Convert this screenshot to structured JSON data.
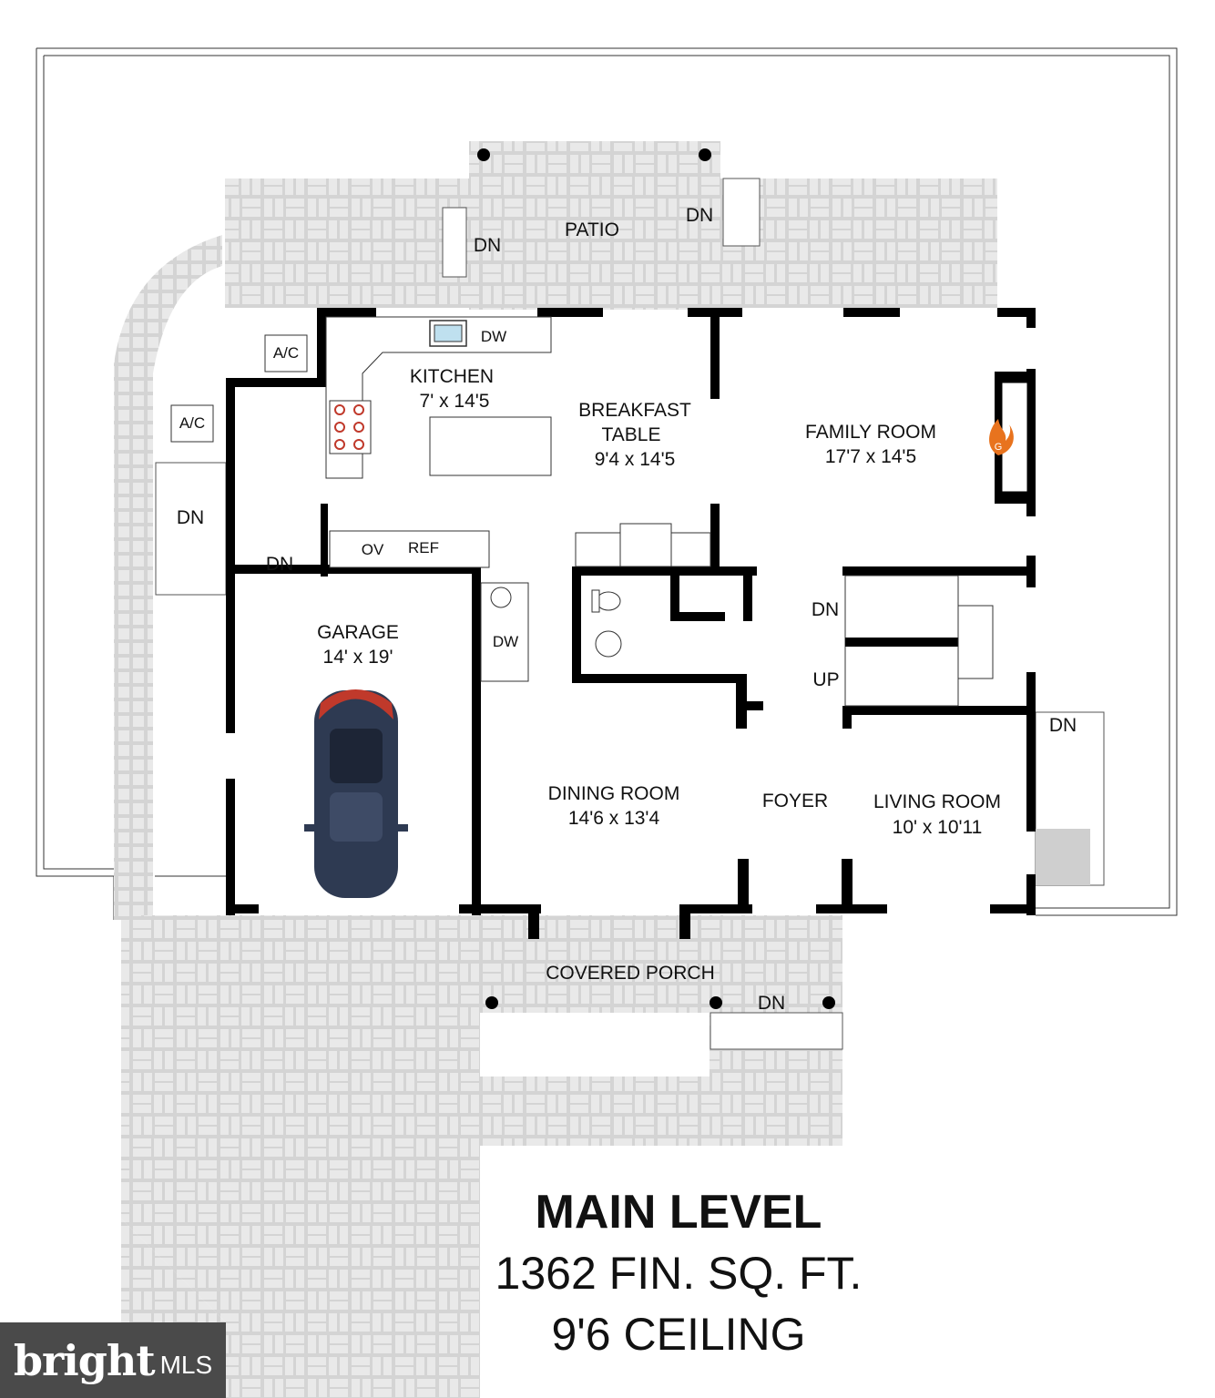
{
  "labels": {
    "patio": "PATIO",
    "dn": "DN",
    "up": "UP",
    "ac": "A/C",
    "kitchen": "KITCHEN",
    "kitchen_size": "7' x 14'5",
    "breakfast_1": "BREAKFAST",
    "breakfast_2": "TABLE",
    "breakfast_size": "9'4 x 14'5",
    "family": "FAMILY ROOM",
    "family_size": "17'7 x 14'5",
    "dw": "DW",
    "ov": "OV",
    "ref": "REF",
    "fireplace_mark": "G",
    "garage": "GARAGE",
    "garage_size": "14' x 19'",
    "dining": "DINING ROOM",
    "dining_size": "14'6 x 13'4",
    "foyer": "FOYER",
    "living": "LIVING ROOM",
    "living_size": "10' x 10'11",
    "porch": "COVERED PORCH"
  },
  "summary": {
    "level": "MAIN LEVEL",
    "area": "1362 FIN. SQ. FT.",
    "ceiling": "9'6 CEILING"
  },
  "logo": {
    "brand": "bright",
    "suffix": "MLS"
  },
  "icons": [
    "car-icon",
    "fireplace-icon",
    "sink-icon",
    "toilet-icon",
    "stove-icon"
  ],
  "colors": {
    "wall": "#000000",
    "paver": "#d6d6d6",
    "fireplace": "#e8731e",
    "car": "#2e3a52"
  }
}
